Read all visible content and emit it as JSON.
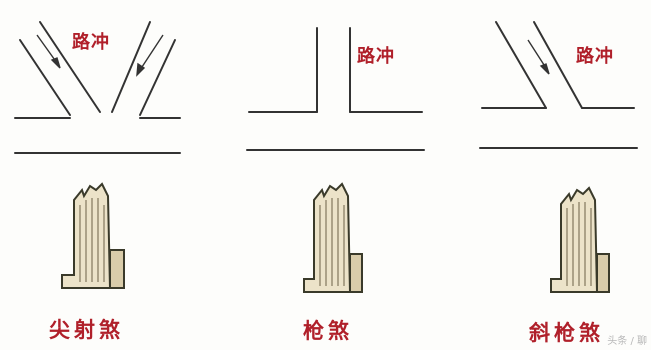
{
  "panels": [
    {
      "road_label": "路冲",
      "caption": "尖射煞"
    },
    {
      "road_label": "路冲",
      "caption": "枪煞"
    },
    {
      "road_label": "路冲",
      "caption": "斜枪煞"
    }
  ],
  "watermark": "头条 / 聊",
  "colors": {
    "label_red": "#b0202a",
    "line": "#333333",
    "building_fill": "#ece3c9",
    "building_stroke": "#3a3a2a"
  },
  "icons": [
    "arrow-icon",
    "building-icon"
  ]
}
